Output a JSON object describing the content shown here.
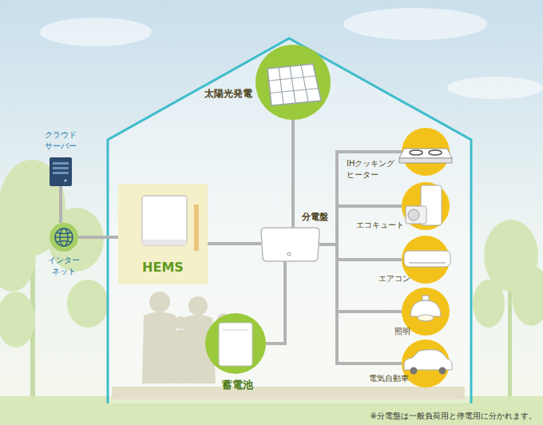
{
  "diagram": {
    "nodes": [
      {
        "text": [
          "クラウド サーバー"
        ]
      },
      {
        "text": [
          "インター ネット"
        ]
      },
      {
        "text": [
          "HEMS"
        ]
      },
      {
        "text": [
          "太陽光発電"
        ]
      },
      {
        "text": [
          "分電盤"
        ]
      },
      {
        "text": [
          "IHクッキング ヒーター"
        ]
      },
      {
        "text": [
          "エコキュート"
        ]
      },
      {
        "text": [
          "エアコン"
        ]
      },
      {
        "text": [
          "照明"
        ]
      },
      {
        "text": [
          "電気自動車"
        ]
      },
      {
        "text": [
          "蓄電池"
        ]
      }
    ],
    "edges": [
      {
        "from": 0,
        "to": 1,
        "arrow": "none"
      },
      {
        "from": 1,
        "to": 2,
        "arrow": "none"
      },
      {
        "from": 2,
        "to": 4,
        "arrow": "none"
      },
      {
        "from": 3,
        "to": 4,
        "arrow": "none"
      },
      {
        "from": 4,
        "to": 5,
        "arrow": "none"
      },
      {
        "from": 4,
        "to": 6,
        "arrow": "none"
      },
      {
        "from": 4,
        "to": 7,
        "arrow": "none"
      },
      {
        "from": 4,
        "to": 8,
        "arrow": "none"
      },
      {
        "from": 4,
        "to": 9,
        "arrow": "none"
      },
      {
        "from": 4,
        "to": 10,
        "arrow": "none"
      }
    ],
    "labels": [
      "※分電盤は一般負荷用と停電用に分かれます。"
    ]
  }
}
